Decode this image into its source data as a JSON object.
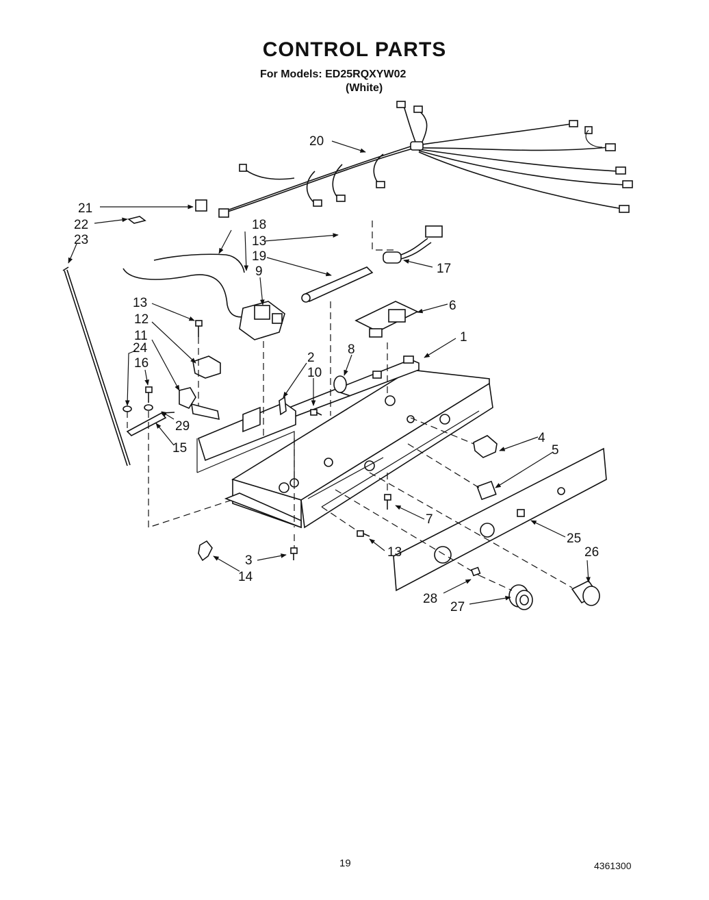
{
  "header": {
    "title": "CONTROL PARTS",
    "models": "For Models: ED25RQXYW02",
    "variant": "(White)"
  },
  "footer": {
    "page_number": "19",
    "document_number": "4361300"
  },
  "callouts": [
    "1",
    "2",
    "3",
    "4",
    "5",
    "6",
    "7",
    "8",
    "9",
    "10",
    "11",
    "12",
    "13",
    "13",
    "13",
    "13",
    "14",
    "15",
    "16",
    "17",
    "18",
    "19",
    "20",
    "21",
    "22",
    "23",
    "24",
    "25",
    "26",
    "27",
    "28",
    "29"
  ]
}
